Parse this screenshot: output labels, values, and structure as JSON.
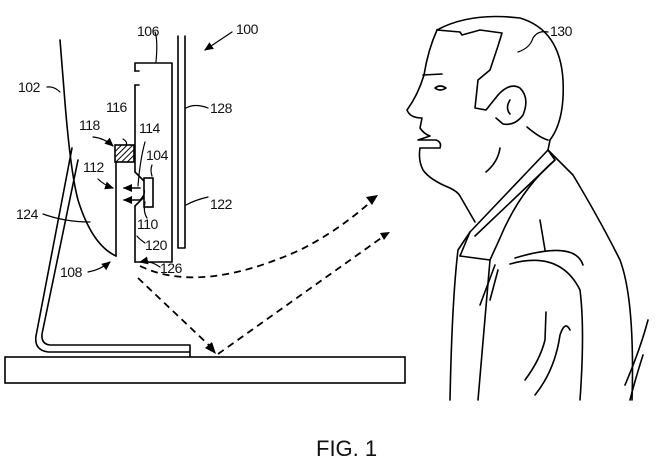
{
  "figure": {
    "caption": "FIG. 1",
    "line_color": "#000000",
    "background": "#ffffff"
  },
  "labels": {
    "ref_100": "100",
    "ref_102": "102",
    "ref_104": "104",
    "ref_106": "106",
    "ref_108": "108",
    "ref_110": "110",
    "ref_112": "112",
    "ref_114": "114",
    "ref_116": "116",
    "ref_118": "118",
    "ref_120": "120",
    "ref_122": "122",
    "ref_124": "124",
    "ref_126": "126",
    "ref_128": "128",
    "ref_130": "130"
  }
}
